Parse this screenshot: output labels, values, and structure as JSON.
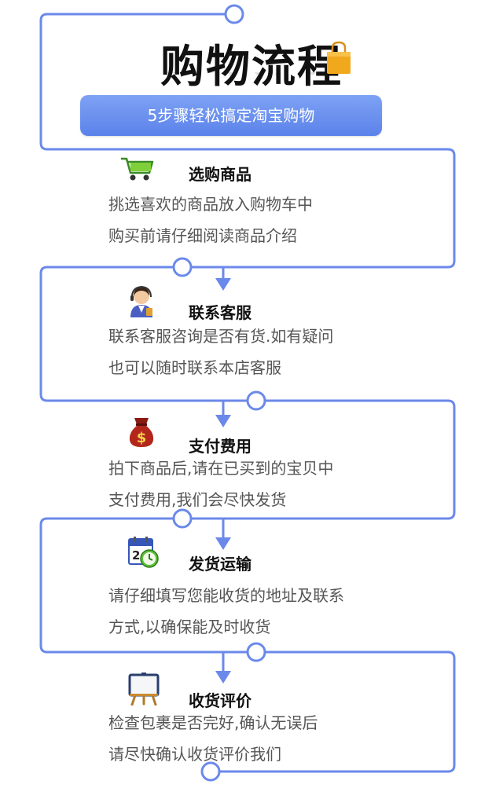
{
  "header": {
    "title": "购物流程",
    "subtitle": "5步骤轻松搞定淘宝购物"
  },
  "steps": [
    {
      "title": "选购商品",
      "lines": [
        "挑选喜欢的商品放入购物车中",
        "购买前请仔细阅读商品介绍"
      ],
      "icon": "shopping-cart-icon"
    },
    {
      "title": "联系客服",
      "lines": [
        "联系客服咨询是否有货.如有疑问",
        "也可以随时联系本店客服"
      ],
      "icon": "customer-service-icon"
    },
    {
      "title": "支付费用",
      "lines": [
        "拍下商品后,请在已买到的宝贝中",
        "支付费用,我们会尽快发货"
      ],
      "icon": "money-bag-icon"
    },
    {
      "title": "发货运输",
      "lines": [
        "请仔细填写您能收货的地址及联系",
        "方式,以确保能及时收货"
      ],
      "icon": "calendar-clock-icon"
    },
    {
      "title": "收货评价",
      "lines": [
        "检查包裹是否完好,确认无误后",
        "请尽快确认收货评价我们"
      ],
      "icon": "easel-board-icon"
    }
  ],
  "colors": {
    "line": "#6b89ea",
    "banner": "#6f93f0",
    "title": "#111111",
    "text": "#555555"
  }
}
